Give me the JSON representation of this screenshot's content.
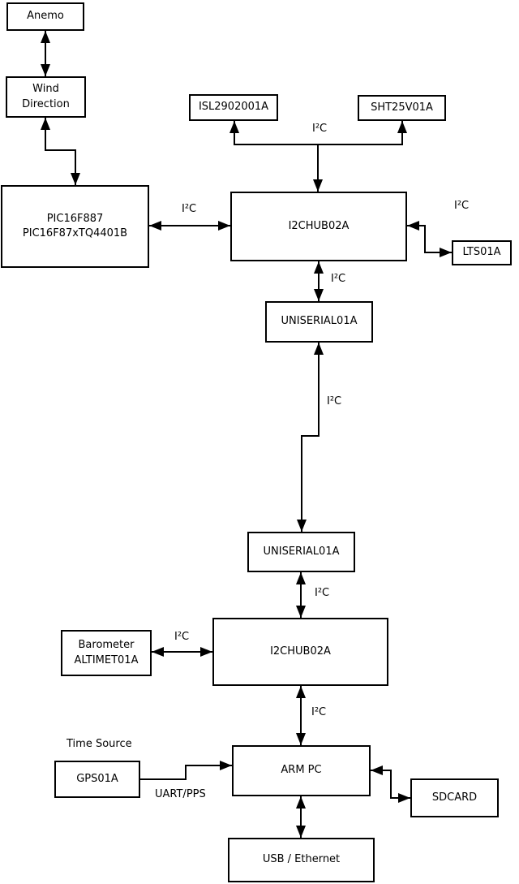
{
  "diagram": {
    "background_color": "#ffffff",
    "line_color": "#000000",
    "nodes": {
      "anemo": {
        "label": "Anemo"
      },
      "wind_direction": {
        "line1": "Wind",
        "line2": "Direction"
      },
      "pic": {
        "line1": "PIC16F887",
        "line2": "PIC16F87xTQ4401B"
      },
      "isl": {
        "label": "ISL2902001A"
      },
      "sht": {
        "label": "SHT25V01A"
      },
      "i2chub1": {
        "label": "I2CHUB02A"
      },
      "lts": {
        "label": "LTS01A"
      },
      "uniserial1": {
        "label": "UNISERIAL01A"
      },
      "uniserial2": {
        "label": "UNISERIAL01A"
      },
      "i2chub2": {
        "label": "I2CHUB02A"
      },
      "barometer": {
        "line1": "Barometer",
        "line2": "ALTIMET01A"
      },
      "armpc": {
        "label": "ARM PC"
      },
      "gps": {
        "label": "GPS01A"
      },
      "sdcard": {
        "label": "SDCARD"
      },
      "usb_ethernet": {
        "label": "USB / Ethernet"
      }
    },
    "edge_labels": {
      "i2c_sensor_bus": "I²C",
      "i2c_pic_hub1": "I²C",
      "i2c_hub1_lts": "I²C",
      "i2c_hub1_uniserial1": "I²C",
      "i2c_uniserial_link": "I²C",
      "i2c_uniserial2_hub2": "I²C",
      "i2c_barometer_hub2": "I²C",
      "i2c_hub2_armpc": "I²C",
      "time_source": "Time Source",
      "uart_pps": "UART/PPS"
    }
  }
}
